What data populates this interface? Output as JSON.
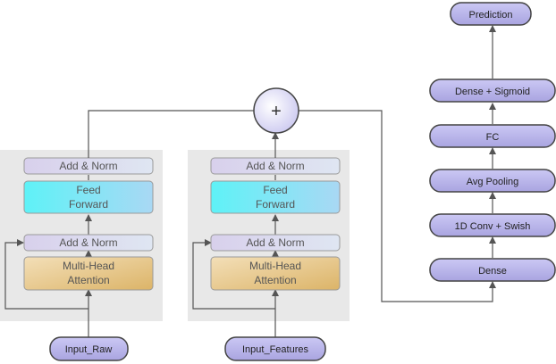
{
  "encoders": [
    {
      "add_norm_top": "Add & Norm",
      "feed_forward": [
        "Feed",
        "Forward"
      ],
      "add_norm_bottom": "Add & Norm",
      "attention": [
        "Multi-Head",
        "Attention"
      ],
      "input": "Input_Raw"
    },
    {
      "add_norm_top": "Add & Norm",
      "feed_forward": [
        "Feed",
        "Forward"
      ],
      "add_norm_bottom": "Add & Norm",
      "attention": [
        "Multi-Head",
        "Attention"
      ],
      "input": "Input_Features"
    }
  ],
  "sum_symbol": "+",
  "head": {
    "prediction": "Prediction",
    "dense_sigmoid": "Dense + Sigmoid",
    "fc": "FC",
    "avg_pooling": "Avg Pooling",
    "conv_swish": "1D Conv + Swish",
    "dense": "Dense"
  },
  "colors": {
    "panel": "#e8e8e8",
    "add_norm": "#dcd8ea",
    "feed_forward": "#5fe8f5",
    "attention": "#e6c27c",
    "head_block": "#b8b4e8",
    "input_block": "#b8b4e8",
    "line": "#555555"
  }
}
